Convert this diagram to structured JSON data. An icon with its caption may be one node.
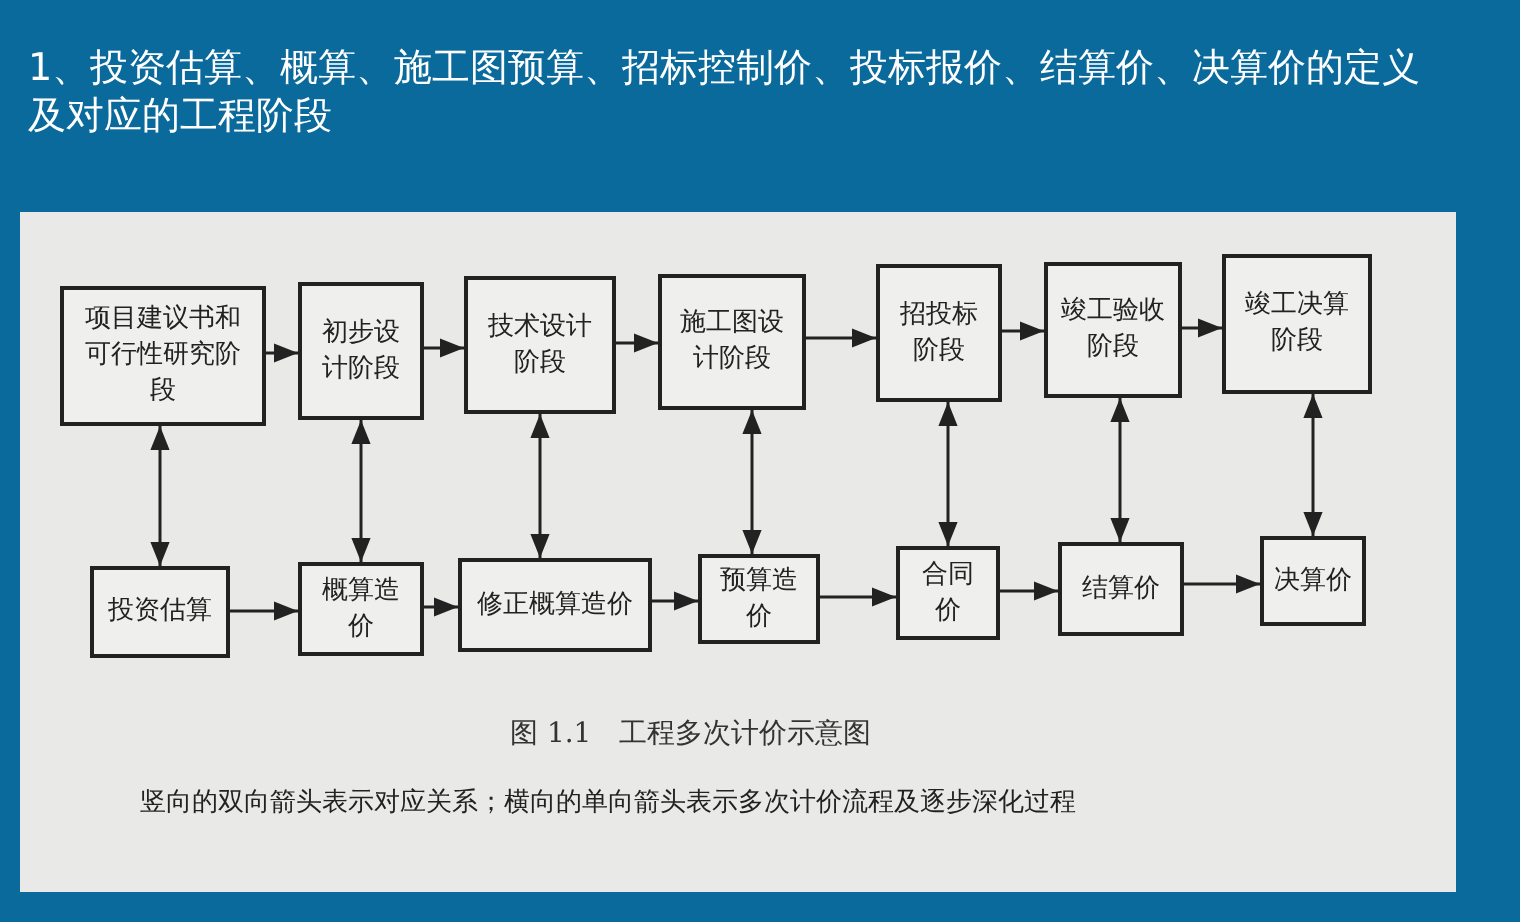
{
  "diagram": {
    "title": "1、投资估算、概算、施工图预算、招标控制价、投标报价、结算价、决算价的定义及对应的工程阶段",
    "caption": "图 1.1　工程多次计价示意图",
    "nodes": [
      {
        "text": [
          "项目建议书和可行性研究阶段"
        ]
      },
      {
        "text": [
          "初步设计阶段"
        ]
      },
      {
        "text": [
          "技术设计阶段"
        ]
      },
      {
        "text": [
          "施工图设计阶段"
        ]
      },
      {
        "text": [
          "招投标阶段"
        ]
      },
      {
        "text": [
          "竣工验收阶段"
        ]
      },
      {
        "text": [
          "竣工决算阶段"
        ]
      },
      {
        "text": [
          "投资估算"
        ]
      },
      {
        "text": [
          "概算造价"
        ]
      },
      {
        "text": [
          "修正概算造价"
        ]
      },
      {
        "text": [
          "预算造价"
        ]
      },
      {
        "text": [
          "合同价"
        ]
      },
      {
        "text": [
          "结算价"
        ]
      },
      {
        "text": [
          "决算价"
        ]
      }
    ],
    "edges": [
      {
        "from": 0,
        "to": 1,
        "arrow": "to"
      },
      {
        "from": 1,
        "to": 2,
        "arrow": "to"
      },
      {
        "from": 2,
        "to": 3,
        "arrow": "to"
      },
      {
        "from": 3,
        "to": 4,
        "arrow": "to"
      },
      {
        "from": 4,
        "to": 5,
        "arrow": "to"
      },
      {
        "from": 5,
        "to": 6,
        "arrow": "to"
      },
      {
        "from": 0,
        "to": 7,
        "arrow": "both"
      },
      {
        "from": 1,
        "to": 8,
        "arrow": "both"
      },
      {
        "from": 2,
        "to": 9,
        "arrow": "both"
      },
      {
        "from": 3,
        "to": 10,
        "arrow": "both"
      },
      {
        "from": 4,
        "to": 11,
        "arrow": "both"
      },
      {
        "from": 5,
        "to": 12,
        "arrow": "both"
      },
      {
        "from": 6,
        "to": 13,
        "arrow": "both"
      },
      {
        "from": 7,
        "to": 8,
        "arrow": "to"
      },
      {
        "from": 8,
        "to": 9,
        "arrow": "to"
      },
      {
        "from": 9,
        "to": 10,
        "arrow": "to"
      },
      {
        "from": 10,
        "to": 11,
        "arrow": "to"
      },
      {
        "from": 11,
        "to": 12,
        "arrow": "to"
      },
      {
        "from": 12,
        "to": 13,
        "arrow": "to"
      }
    ],
    "labels": [
      "竖向的双向箭头表示对应关系；横向的单向箭头表示多次计价流程及逐步深化过程"
    ]
  }
}
